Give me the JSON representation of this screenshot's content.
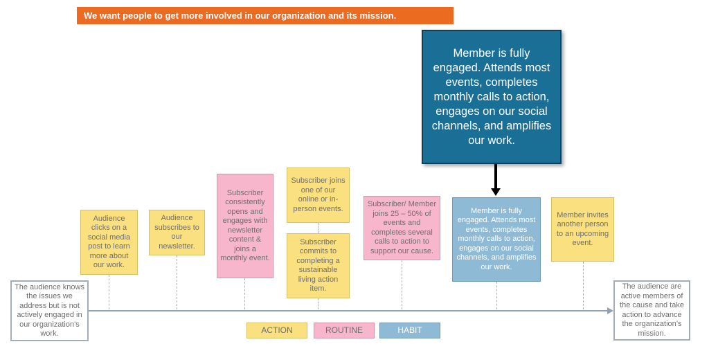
{
  "banner": {
    "text": "We want people to get more involved in our organization and its mission."
  },
  "callout": {
    "text": "Member is fully engaged. Attends most events, completes monthly calls to action, engages on our social channels, and amplifies our work."
  },
  "start_box": {
    "text": "The audience knows the issues we address but is not actively engaged in our organization’s work."
  },
  "end_box": {
    "text": "The audience are active members of the cause and take action to advance the organization’s mission."
  },
  "steps": [
    {
      "text": "Audience clicks on a social media post to learn more about our work.",
      "type": "action"
    },
    {
      "text": "Audience subscribes to our newsletter.",
      "type": "action"
    },
    {
      "text": "Subscriber consistently opens and engages with newsletter content & joins a monthly event.",
      "type": "routine"
    },
    {
      "text": "Subscriber joins one of our online or in-person events.",
      "type": "action"
    },
    {
      "text": "Subscriber commits to completing a sustainable living action item.",
      "type": "action"
    },
    {
      "text": "Subscriber/ Member joins 25 – 50% of events and completes several calls to action to support our cause.",
      "type": "routine"
    },
    {
      "text": "Member is fully engaged. Attends most events, completes monthly calls to action, engages on our social channels, and amplifies our work.",
      "type": "habit"
    },
    {
      "text": "Member invites another person to an upcoming event.",
      "type": "action"
    }
  ],
  "legend": {
    "action": "ACTION",
    "routine": "ROUTINE",
    "habit": "HABIT"
  },
  "colors": {
    "banner": "#ec6b22",
    "callout": "#1a6f97",
    "action": "#fbe07f",
    "routine": "#f7b6cc",
    "habit": "#8fbad5",
    "timeline": "#8ea1b4"
  }
}
